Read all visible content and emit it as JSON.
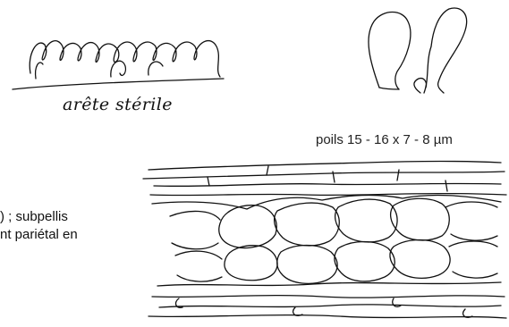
{
  "plate": {
    "sterile_edge_caption": "arête stérile",
    "hairs_caption": "poils 15 - 16 x 7 - 8 µm",
    "description_lines": [
      ") ; subpellis",
      "nt pariétal en"
    ]
  },
  "colors": {
    "ink": "#111111",
    "background": "#ffffff"
  }
}
